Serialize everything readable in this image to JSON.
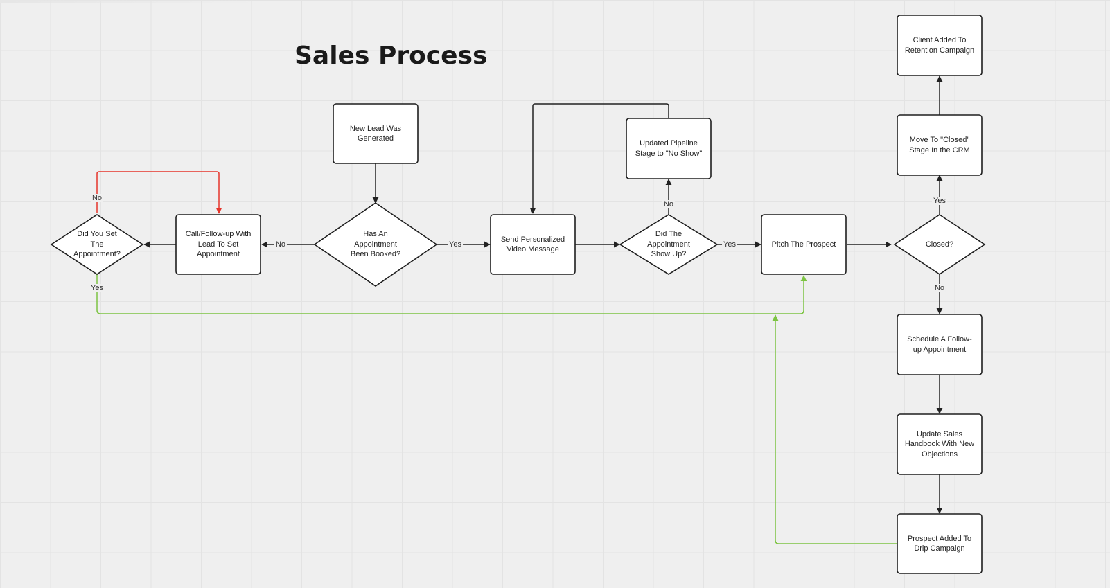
{
  "title": "Sales Process",
  "colors": {
    "edge_default": "#222222",
    "edge_no_loop": "#e5352b",
    "edge_green": "#7dc443",
    "node_fill": "#ffffff",
    "node_stroke": "#1e1e1e",
    "canvas": "#efefef"
  },
  "nodes": {
    "new_lead": "New Lead Was Generated",
    "has_appointment": "Has An Appointment Been Booked?",
    "call_follow_up": "Call/Follow-up With Lead To Set Appointment",
    "did_you_set": "Did You Set The Appointment?",
    "send_video": "Send Personalized Video Message",
    "did_show_up": "Did The Appointment Show Up?",
    "updated_pipeline": "Updated Pipeline Stage to \"No Show\"",
    "pitch_prospect": "Pitch The Prospect",
    "closed_decision": "Closed?",
    "move_closed": "Move To \"Closed\" Stage In the CRM",
    "client_added": "Client Added To Retention Campaign",
    "schedule_follow_up": "Schedule A Follow-up Appointment",
    "update_handbook": "Update Sales Handbook With New Objections",
    "prospect_drip": "Prospect Added To Drip Campaign"
  },
  "edge_labels": {
    "has_appointment_no": "No",
    "has_appointment_yes": "Yes",
    "did_you_set_no": "No",
    "did_you_set_yes": "Yes",
    "did_show_up_no": "No",
    "did_show_up_yes": "Yes",
    "closed_yes": "Yes",
    "closed_no": "No"
  }
}
